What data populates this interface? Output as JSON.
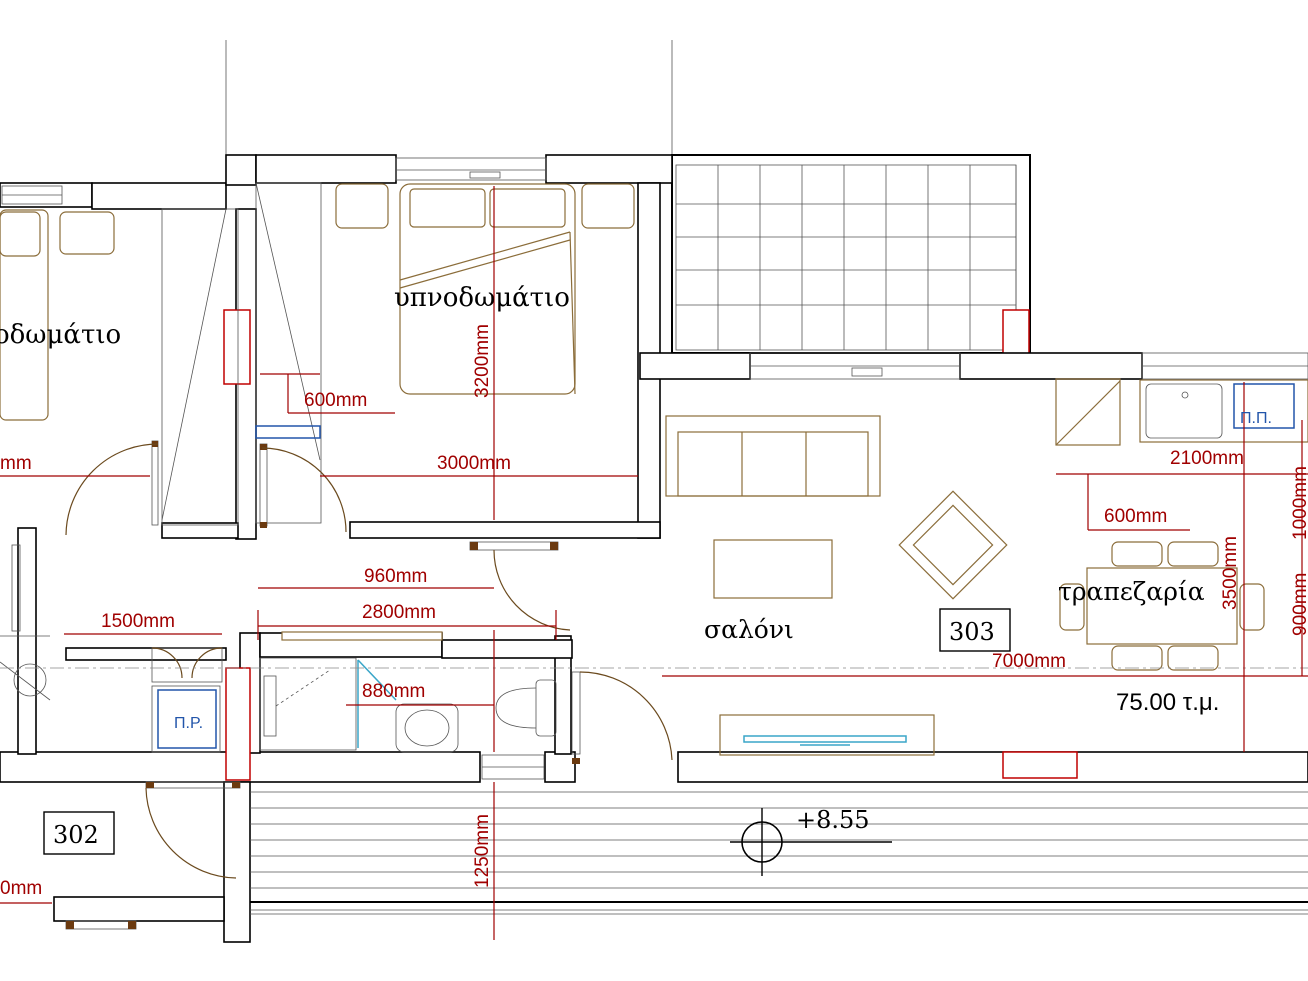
{
  "rooms": {
    "bedroom_left": "οδωμάτιο",
    "bedroom_main": "υπνοδωμάτιο",
    "living": "σαλόνι",
    "dining": "τραπεζαρία"
  },
  "units": {
    "unit_303": "303",
    "unit_302": "302"
  },
  "area": "75.00 τ.μ.",
  "level": "+8.55",
  "fixtures": {
    "pr": "Π.Ρ.",
    "pp": "Π.Π."
  },
  "dimensions": {
    "d_600_bed": "600mm",
    "d_3200": "3200mm",
    "d_3000": "3000mm",
    "d_mm_left": "mm",
    "d_960": "960mm",
    "d_2800": "2800mm",
    "d_1500": "1500mm",
    "d_880": "880mm",
    "d_7000": "7000mm",
    "d_2100": "2100mm",
    "d_600_kitchen": "600mm",
    "d_3500": "3500mm",
    "d_900": "900mm",
    "d_1000": "1000mm",
    "d_1250": "1250mm",
    "d_0mm": "0mm"
  },
  "colors": {
    "dimension": "#a00000",
    "walls": "#000000",
    "furniture": "#8b6d3a",
    "fixture_highlight": "#2255aa"
  }
}
